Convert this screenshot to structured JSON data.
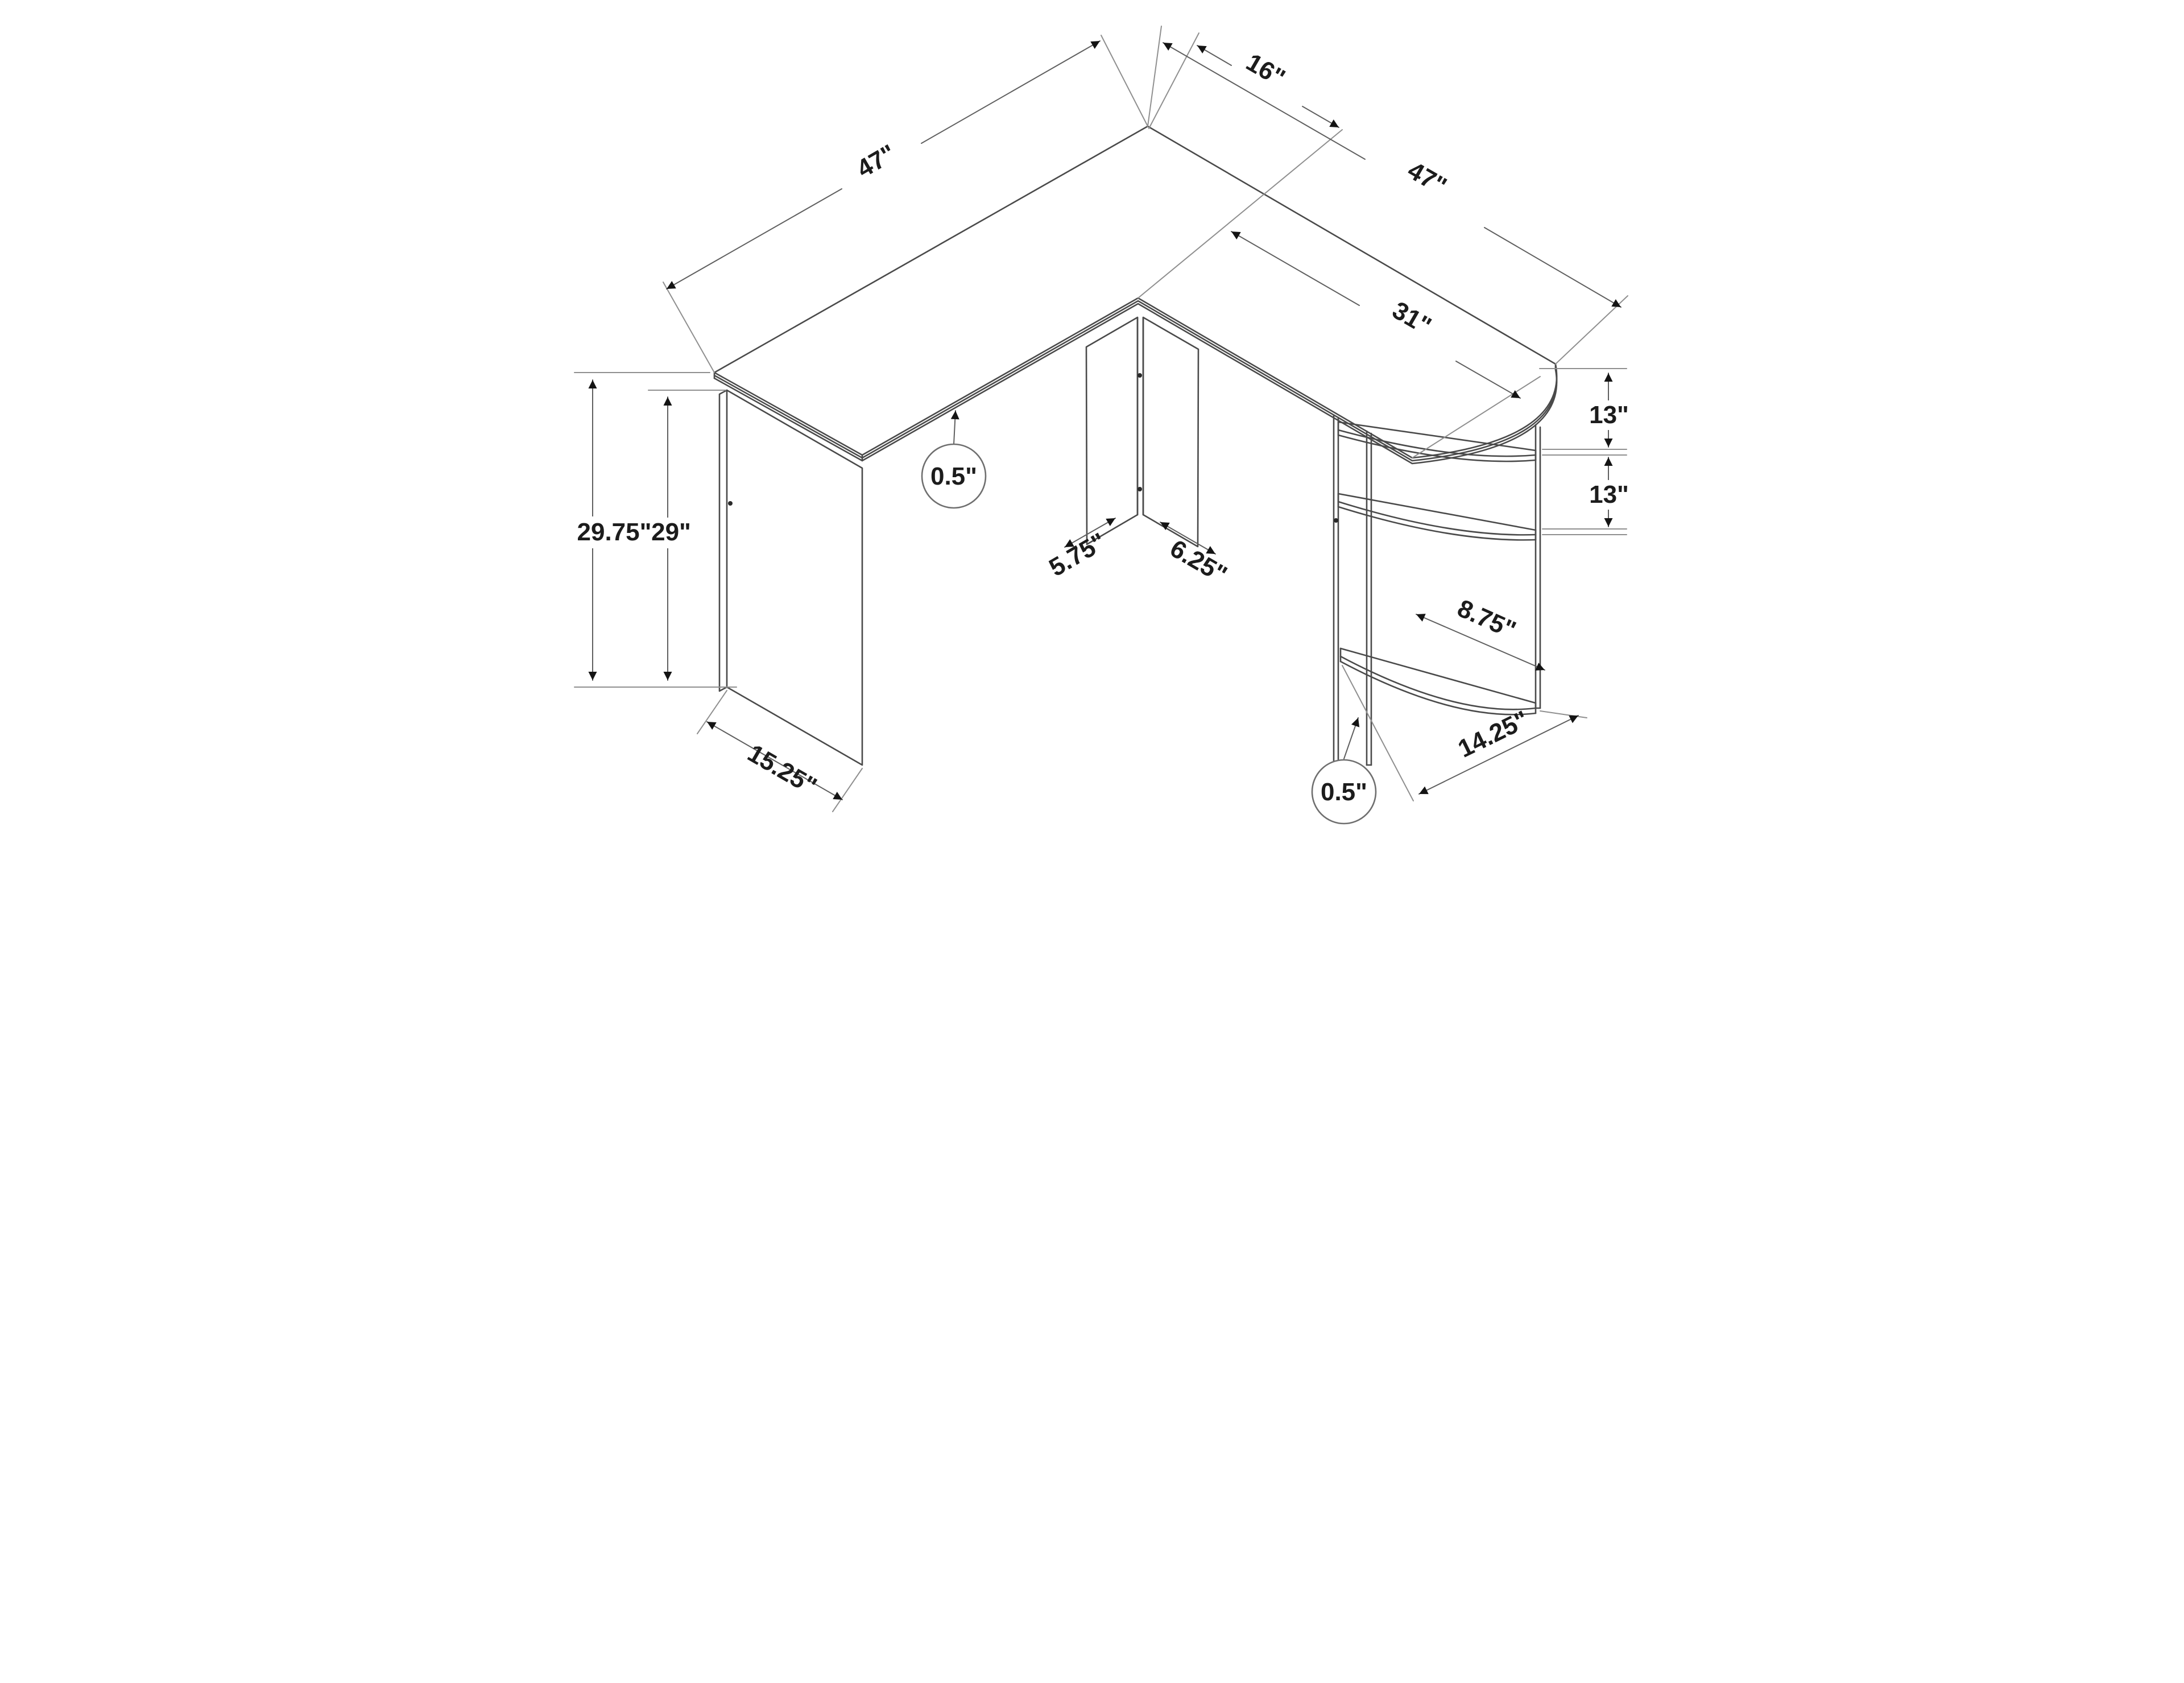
{
  "diagram": {
    "type": "furniture-dimension-line-drawing",
    "subject": "L-shaped corner computer desk with side storage shelves, isometric view",
    "units": "inches",
    "line_color": "#4a4a4a",
    "background": "#ffffff"
  },
  "dims": {
    "left_wing_length": "47\"",
    "return_end_depth": "16\"",
    "right_wing_length": "47\"",
    "right_wing_front": "31\"",
    "overall_height": "29.75\"",
    "clearance_height": "29\"",
    "desktop_thickness": "0.5\"",
    "center_panel_left_base": "5.75\"",
    "center_panel_right_base": "6.25\"",
    "shelf_gap_top": "13\"",
    "shelf_gap_bottom": "13\"",
    "bottom_shelf_depth": "8.75\"",
    "bottom_shelf_front_width": "14.25\"",
    "left_panel_depth": "15.25\"",
    "shelf_thickness": "0.5\""
  }
}
